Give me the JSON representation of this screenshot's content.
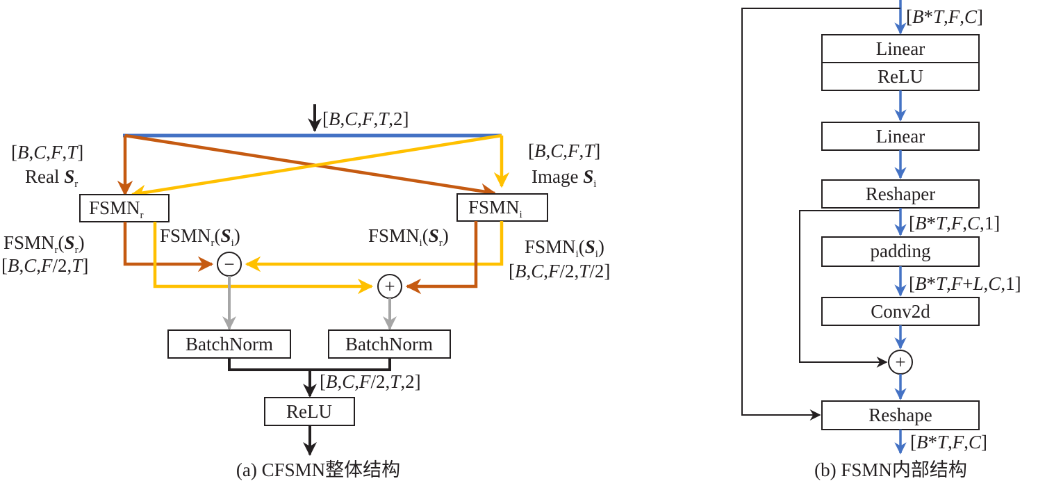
{
  "colors": {
    "blue": "#4472c4",
    "orange": "#c55a11",
    "yellow": "#ffc000",
    "gray": "#a6a6a6",
    "black": "#231f20"
  },
  "panel_a": {
    "caption": "(a) CFSMN整体结构",
    "input_shape": "[B,C,F,T,2]",
    "real_shape": "[B,C,F,T]",
    "real_label": "Real",
    "real_symbol": "S",
    "real_sub": "r",
    "image_shape": "[B,C,F,T]",
    "image_label": "Image",
    "image_symbol": "S",
    "image_sub": "i",
    "fsmn_r_label": "FSMN",
    "fsmn_r_sub": "r",
    "fsmn_i_label": "FSMN",
    "fsmn_i_sub": "i",
    "out_rr_label": "FSMN",
    "out_rr_shape": "[B,C,F/2,T]",
    "out_ri_label": "FSMN",
    "out_ir_label": "FSMN",
    "out_ii_label": "FSMN",
    "out_ii_shape": "[B,C,F/2,T/2]",
    "minus_symbol": "−",
    "plus_symbol": "+",
    "batchnorm_left": "BatchNorm",
    "batchnorm_right": "BatchNorm",
    "concat_shape": "[B,C,F/2,T,2]",
    "relu_label": "ReLU"
  },
  "panel_b": {
    "caption": "(b) FSMN内部结构",
    "input_shape": "[B*T,F,C]",
    "linear1": "Linear",
    "relu": "ReLU",
    "linear2": "Linear",
    "reshaper": "Reshaper",
    "reshaper_shape": "[B*T,F,C,1]",
    "padding": "padding",
    "padding_shape": "[B*T,F+L,C,1]",
    "conv2d": "Conv2d",
    "plus_symbol": "+",
    "reshape": "Reshape",
    "output_shape": "[B*T,F,C]"
  }
}
